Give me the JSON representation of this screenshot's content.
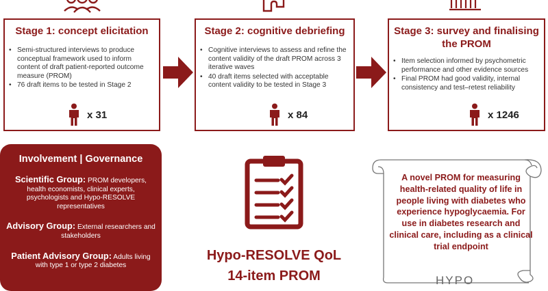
{
  "stages": [
    {
      "title": "Stage 1: concept elicitation",
      "bullets": [
        "Semi-structured interviews to produce conceptual framework used to inform content of draft patient-reported outcome measure (PROM)",
        "76 draft items to be tested in Stage 2"
      ],
      "count": "x 31"
    },
    {
      "title": "Stage 2: cognitive debriefing",
      "bullets": [
        "Cognitive interviews to assess and refine the content validity of the draft PROM across 3 iterative waves",
        "40 draft items selected with acceptable content validity to be tested in Stage 3"
      ],
      "count": "x 84"
    },
    {
      "title_line1": "Stage 3: survey and finalising",
      "title_line2": "the PROM",
      "bullets": [
        "Item selection informed by psychometric performance and other evidence sources",
        "Final PROM had good validity, internal consistency and test–retest reliability"
      ],
      "count": "x 1246"
    }
  ],
  "governance": {
    "title": "Involvement | Governance",
    "groups": [
      {
        "name": "Scientific Group:",
        "lead": "PROM developers,",
        "desc": "health economists, clinical experts, psychologists and Hypo-RESOLVE representatives"
      },
      {
        "name": "Advisory Group:",
        "lead": "External",
        "desc": "researchers and stakeholders"
      },
      {
        "name": "Patient Advisory Group:",
        "lead": "Adults",
        "desc": "living with type 1 or type 2 diabetes"
      }
    ]
  },
  "prom": {
    "title_line1": "Hypo-RESOLVE QoL",
    "title_line2": "14-item PROM"
  },
  "scroll": {
    "text": "A novel PROM for measuring health-related quality of life in people living with diabetes who experience hypoglycaemia. For use in diabetes research and clinical care, including as a clinical trial endpoint"
  },
  "brand": {
    "text": "HYPO"
  },
  "colors": {
    "accent": "#8b1a1a",
    "text": "#333333"
  },
  "icons": [
    "group-of-people-icon",
    "puzzle-icon",
    "bar-chart-icon",
    "person-icon",
    "arrow-right-icon",
    "clipboard-checklist-icon",
    "scroll-icon"
  ]
}
